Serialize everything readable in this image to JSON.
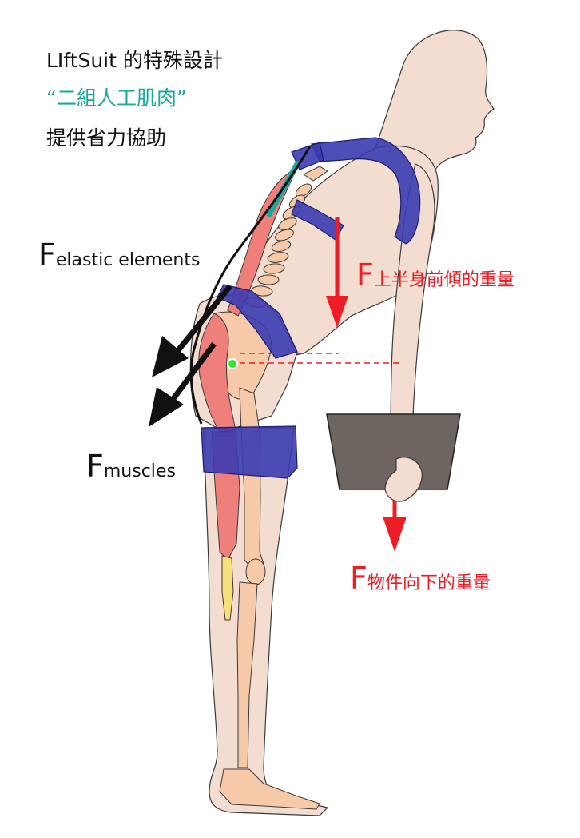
{
  "headline": {
    "line1": "LIftSuit 的特殊設計",
    "line2": "“二組人工肌肉”",
    "line3": "提供省力協助"
  },
  "forces": {
    "elastic": {
      "symbol": "F",
      "subscript": "elastic elements"
    },
    "muscles": {
      "symbol": "F",
      "subscript": "muscles"
    },
    "upper_body": {
      "symbol": "F",
      "label": "上半身前傾的重量"
    },
    "object": {
      "symbol": "F",
      "label": "物件向下的重量"
    }
  },
  "colors": {
    "force_red": "#ee1c24",
    "artificial_muscle_teal": "#1aa79c",
    "strap_blue": "#3b3bb0",
    "skin": "#f2ddd0",
    "muscle": "#ef7f7a",
    "bone": "#f6c9a8",
    "box": "#6e6560",
    "pivot_green": "#2ee82e"
  }
}
